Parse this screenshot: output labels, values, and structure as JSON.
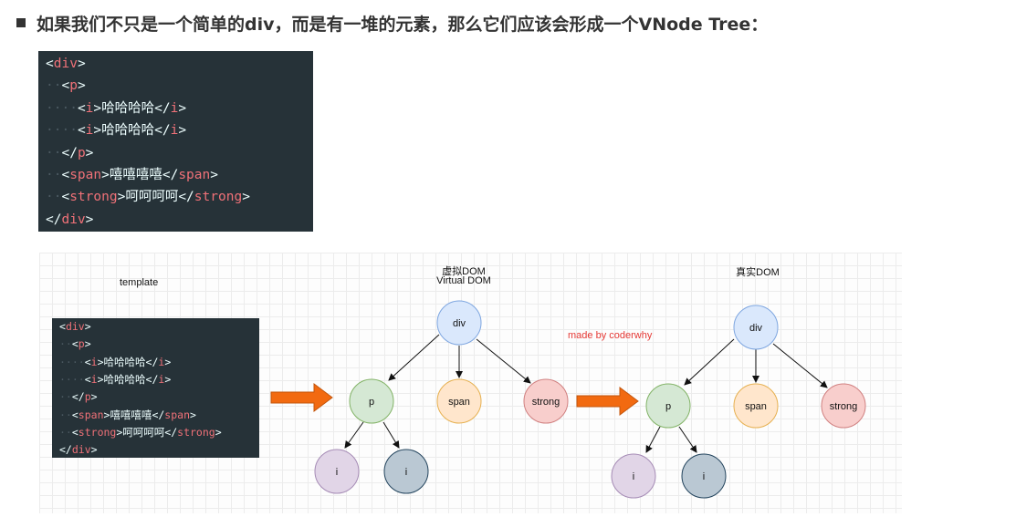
{
  "heading": "如果我们不只是一个简单的div，而是有一堆的元素，那么它们应该会形成一个VNode Tree：",
  "code_lines": [
    {
      "indent": 0,
      "parts": [
        [
          "p",
          "<"
        ],
        [
          "t",
          "div"
        ],
        [
          "p",
          ">"
        ]
      ]
    },
    {
      "indent": 1,
      "parts": [
        [
          "p",
          "<"
        ],
        [
          "t",
          "p"
        ],
        [
          "p",
          ">"
        ]
      ]
    },
    {
      "indent": 2,
      "parts": [
        [
          "p",
          "<"
        ],
        [
          "t",
          "i"
        ],
        [
          "p",
          ">"
        ],
        [
          "x",
          "哈哈哈哈"
        ],
        [
          "p",
          "</"
        ],
        [
          "t",
          "i"
        ],
        [
          "p",
          ">"
        ]
      ]
    },
    {
      "indent": 2,
      "parts": [
        [
          "p",
          "<"
        ],
        [
          "t",
          "i"
        ],
        [
          "p",
          ">"
        ],
        [
          "x",
          "哈哈哈哈"
        ],
        [
          "p",
          "</"
        ],
        [
          "t",
          "i"
        ],
        [
          "p",
          ">"
        ]
      ]
    },
    {
      "indent": 1,
      "parts": [
        [
          "p",
          "</"
        ],
        [
          "t",
          "p"
        ],
        [
          "p",
          ">"
        ]
      ]
    },
    {
      "indent": 1,
      "parts": [
        [
          "p",
          "<"
        ],
        [
          "t",
          "span"
        ],
        [
          "p",
          ">"
        ],
        [
          "x",
          "嘻嘻嘻嘻"
        ],
        [
          "p",
          "</"
        ],
        [
          "t",
          "span"
        ],
        [
          "p",
          ">"
        ]
      ]
    },
    {
      "indent": 1,
      "parts": [
        [
          "p",
          "<"
        ],
        [
          "t",
          "strong"
        ],
        [
          "p",
          ">"
        ],
        [
          "x",
          "呵呵呵呵"
        ],
        [
          "p",
          "</"
        ],
        [
          "t",
          "strong"
        ],
        [
          "p",
          ">"
        ]
      ]
    },
    {
      "indent": 0,
      "parts": [
        [
          "p",
          "</"
        ],
        [
          "t",
          "div"
        ],
        [
          "p",
          ">"
        ]
      ]
    }
  ],
  "diagram": {
    "template_label": "template",
    "virtual_dom_label_cn": "虚拟DOM",
    "virtual_dom_label_en": "Virtual DOM",
    "real_dom_label": "真实DOM",
    "credit": "made by coderwhy",
    "virtual_tree": {
      "root": "div",
      "children": [
        "p",
        "span",
        "strong"
      ],
      "grandchildren": [
        "i",
        "i"
      ]
    },
    "real_tree": {
      "root": "div",
      "children": [
        "p",
        "span",
        "strong"
      ],
      "grandchildren": [
        "i",
        "i"
      ]
    }
  },
  "colors": {
    "code_bg": "#263238",
    "code_tag": "#f07178",
    "code_text": "#eeffff",
    "arrow_orange": "#f26a10",
    "credit_red": "#e53935",
    "node_div_fill": "#dae8fc",
    "node_div_stroke": "#7ea6e0",
    "node_p_fill": "#d5e8d4",
    "node_p_stroke": "#82b366",
    "node_span_fill": "#ffe6cc",
    "node_span_stroke": "#e6b050",
    "node_strong_fill": "#f8cecc",
    "node_strong_stroke": "#d08080",
    "node_i1_fill": "#e1d5e7",
    "node_i1_stroke": "#a58bb5",
    "node_i2_fill": "#bac8d3",
    "node_i2_stroke": "#23445d"
  }
}
